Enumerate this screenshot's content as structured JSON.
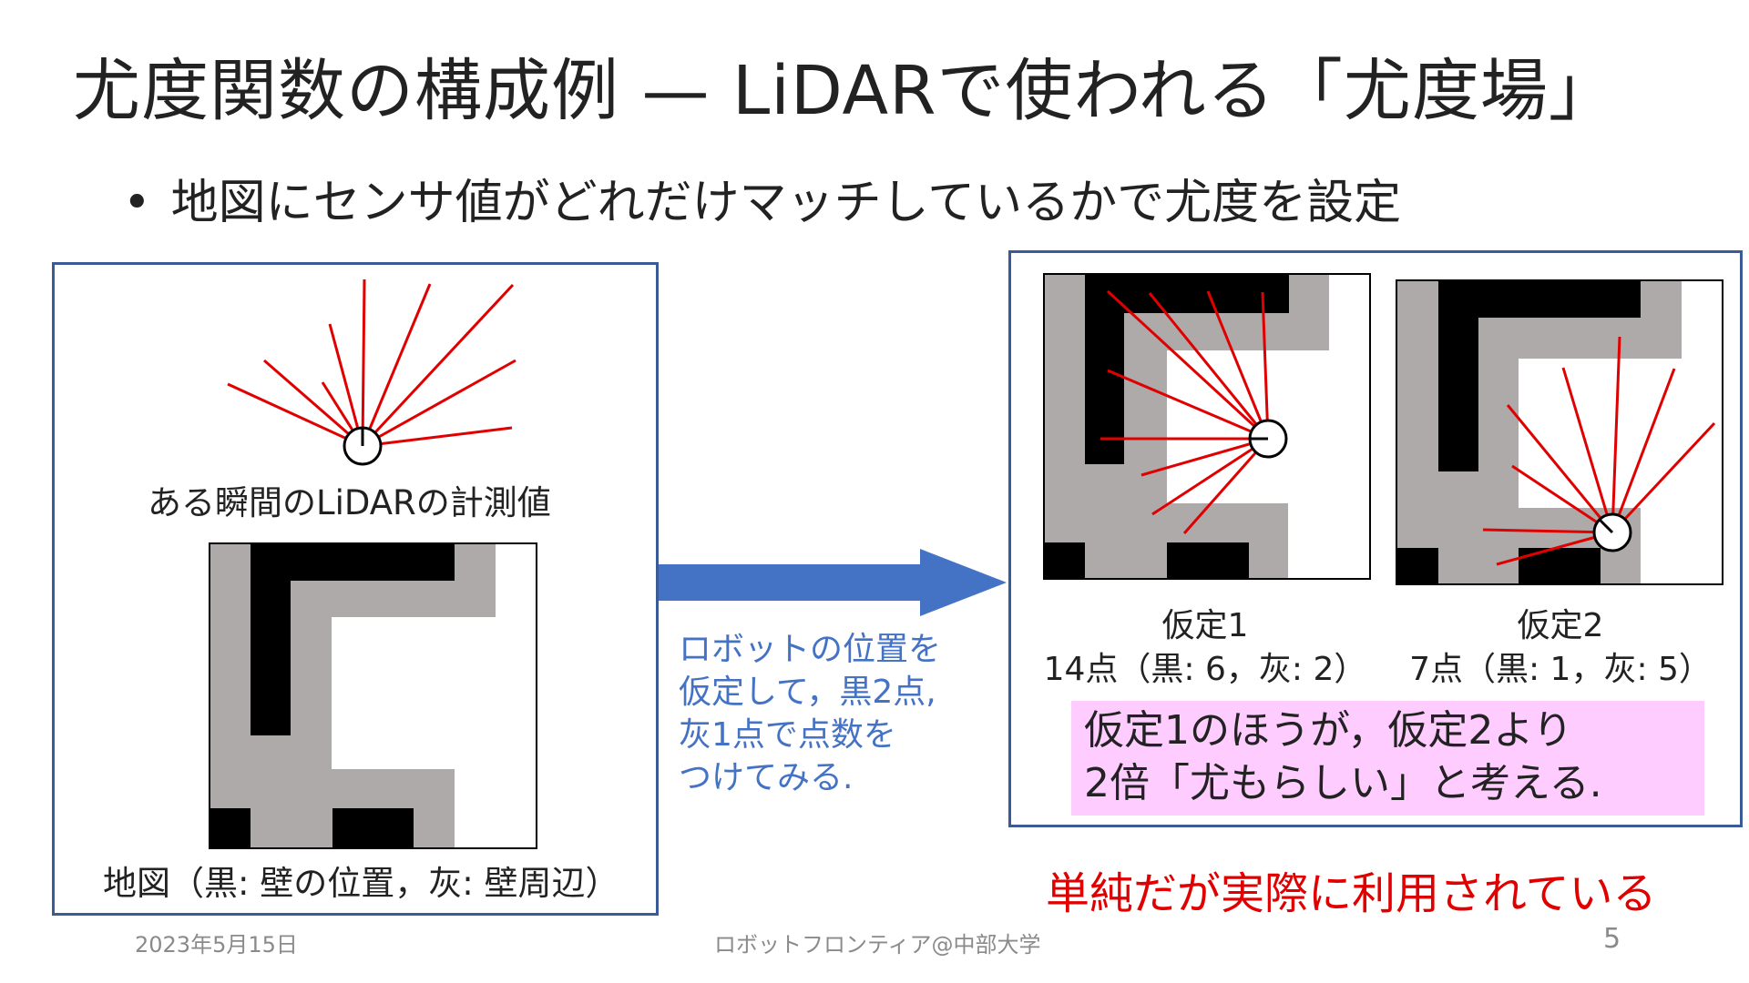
{
  "slide": {
    "title": "尤度関数の構成例 — LiDARで使われる「尤度場」",
    "bullet": "地図にセンサ値がどれだけマッチしているかで尤度を設定",
    "bullet_marker": "•"
  },
  "left_panel": {
    "lidar_caption": "ある瞬間のLiDARの計測値",
    "map_caption": "地図（黒: 壁の位置，灰: 壁周辺）"
  },
  "arrow_note": {
    "lines": [
      "ロボットの位置を",
      "仮定して，黒2点,",
      "灰1点で点数を",
      "つけてみる."
    ]
  },
  "hypotheses": [
    {
      "label": "仮定1",
      "score": "14点（黒: 6，灰: 2）"
    },
    {
      "label": "仮定2",
      "score": "7点（黒: 1，灰: 5）"
    }
  ],
  "conclusion": {
    "lines": [
      "仮定1のほうが，仮定2より",
      "2倍「尤もらしい」と考える."
    ]
  },
  "remark": "単純だが実際に利用されている",
  "footer": {
    "date": "2023年5月15日",
    "event": "ロボットフロンティア@中部大学",
    "page": "5"
  },
  "colors": {
    "frame": "#3a5a98",
    "wall": "#000000",
    "near_wall": "#aeaaaa",
    "ray": "#e00000",
    "arrow": "#4472c4",
    "note": "#4472c4",
    "highlight": "#ffccff",
    "remark": "#e00000"
  }
}
